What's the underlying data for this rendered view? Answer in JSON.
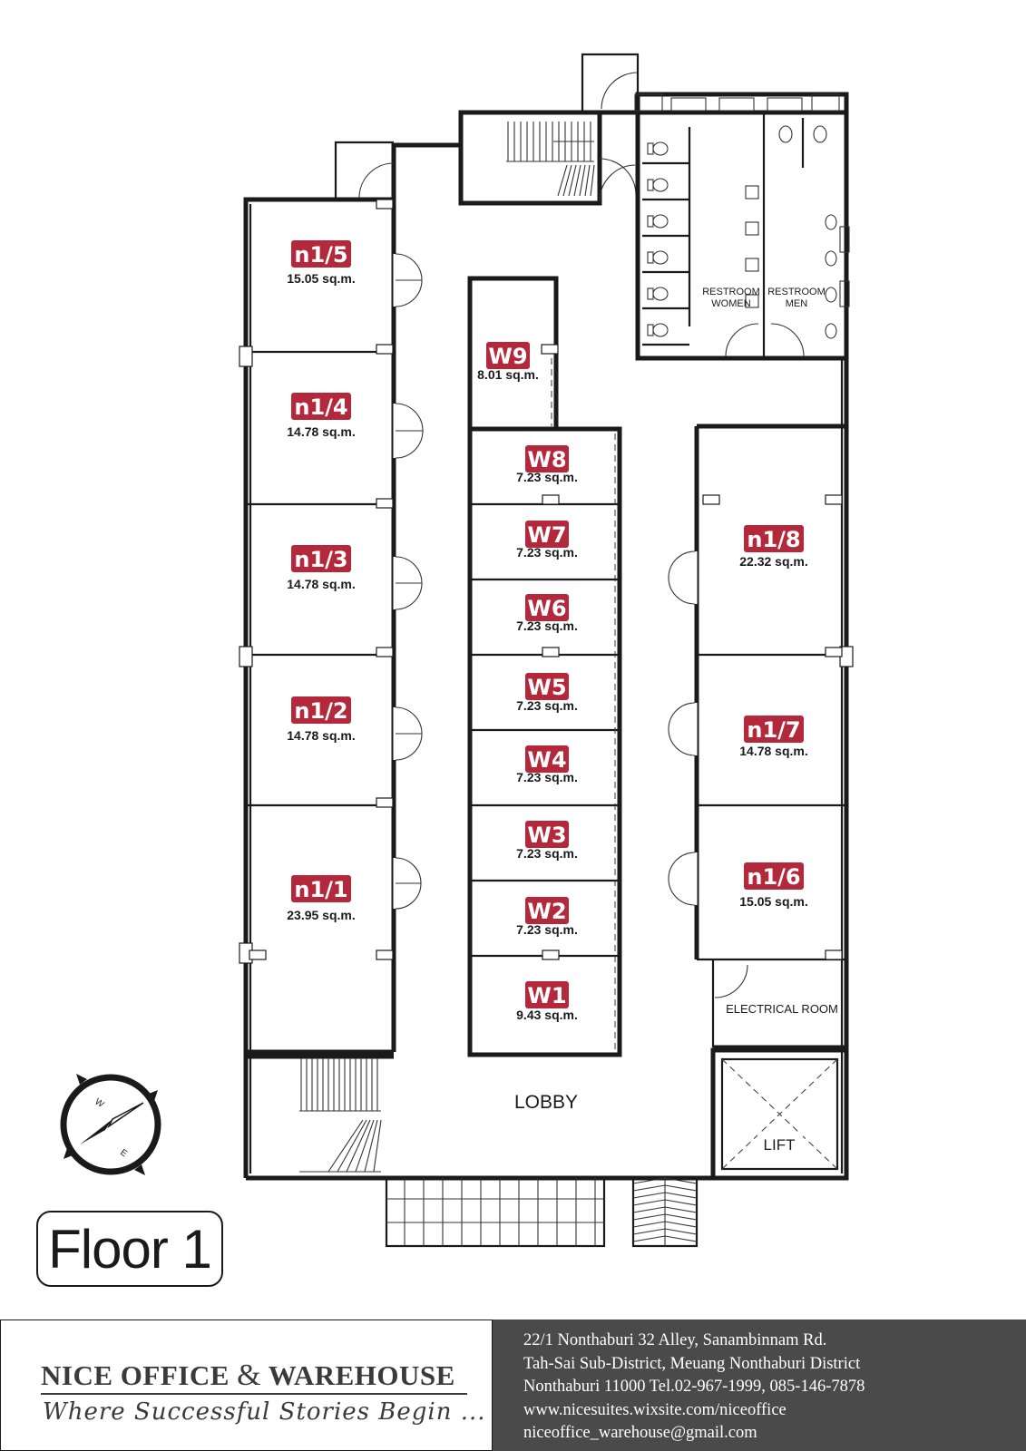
{
  "units": [
    {
      "id": "n1/5",
      "area": "15.05 sq.m."
    },
    {
      "id": "n1/4",
      "area": "14.78 sq.m."
    },
    {
      "id": "n1/3",
      "area": "14.78 sq.m."
    },
    {
      "id": "n1/2",
      "area": "14.78 sq.m."
    },
    {
      "id": "n1/1",
      "area": "23.95 sq.m."
    },
    {
      "id": "W9",
      "area": "8.01 sq.m."
    },
    {
      "id": "W8",
      "area": "7.23 sq.m."
    },
    {
      "id": "W7",
      "area": "7.23 sq.m."
    },
    {
      "id": "W6",
      "area": "7.23 sq.m."
    },
    {
      "id": "W5",
      "area": "7.23 sq.m."
    },
    {
      "id": "W4",
      "area": "7.23 sq.m."
    },
    {
      "id": "W3",
      "area": "7.23 sq.m."
    },
    {
      "id": "W2",
      "area": "7.23 sq.m."
    },
    {
      "id": "W1",
      "area": "9.43 sq.m."
    },
    {
      "id": "n1/8",
      "area": "22.32 sq.m."
    },
    {
      "id": "n1/7",
      "area": "14.78 sq.m."
    },
    {
      "id": "n1/6",
      "area": "15.05 sq.m."
    }
  ],
  "rooms": {
    "restroom_women": [
      "RESTROOM",
      "WOMEN"
    ],
    "restroom_men": [
      "RESTROOM",
      "MEN"
    ],
    "electrical": "ELECTRICAL ROOM",
    "lobby": "LOBBY",
    "lift": "LIFT"
  },
  "compass": {
    "w": "W",
    "e": "E"
  },
  "floor_label": "Floor 1",
  "footer": {
    "brand_a": "NICE OFFICE ",
    "brand_amp": "&",
    "brand_b": " WAREHOUSE",
    "tagline": "Where Successful Stories Begin ...",
    "address_lines": [
      "22/1 Nonthaburi 32 Alley, Sanambinnam Rd.",
      "Tah-Sai Sub-District, Meuang Nonthaburi District",
      "Nonthaburi 11000 Tel.02-967-1999, 085-146-7878",
      "www.nicesuites.wixsite.com/niceoffice",
      "niceoffice_warehouse@gmail.com"
    ]
  },
  "colors": {
    "badge": "#b3283a",
    "footer_dark": "#4a4a4a"
  }
}
